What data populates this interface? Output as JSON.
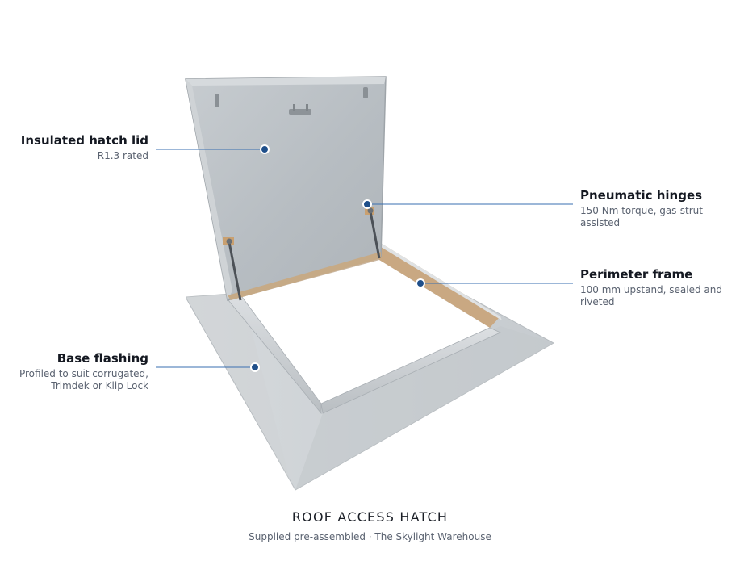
{
  "product": {
    "title": "ROOF ACCESS HATCH",
    "subtitle": "Supplied pre-assembled  ·  The Skylight Warehouse"
  },
  "callouts": {
    "lid": {
      "title": "Insulated hatch lid",
      "detail": "R1.3 rated"
    },
    "hinges": {
      "title": "Pneumatic hinges",
      "detail": "150 Nm torque, gas-strut assisted"
    },
    "frame": {
      "title": "Perimeter frame",
      "detail": "100 mm upstand, sealed and riveted"
    },
    "flashing": {
      "title": "Base flashing",
      "detail": "Profiled to suit corrugated, Trimdek or Klip Lock"
    }
  },
  "colors": {
    "leader": "#3a6fb0",
    "marker": "#1f4f8a",
    "steel_light": "#d8dcdf",
    "steel_mid": "#c4c9cd",
    "steel_dark": "#a9afb4"
  }
}
